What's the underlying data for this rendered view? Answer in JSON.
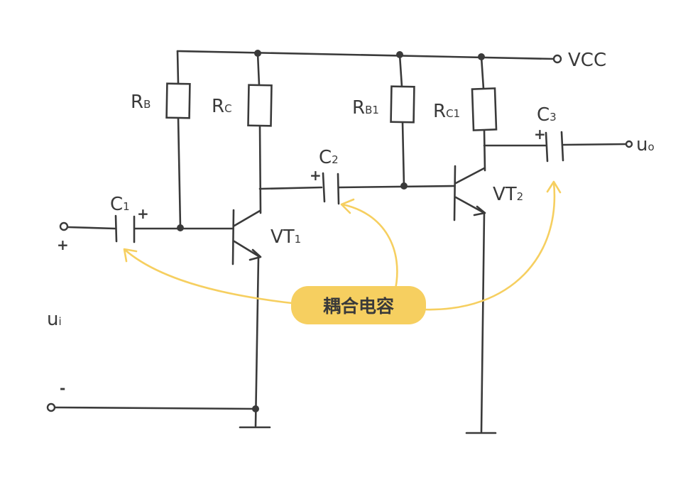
{
  "circuit": {
    "supply": "VCC",
    "output": "u",
    "output_sub": "o",
    "input": "u",
    "input_sub": "i",
    "input_plus": "+",
    "input_minus": "-",
    "components": {
      "rb": {
        "main": "R",
        "sub": "B"
      },
      "rc": {
        "main": "R",
        "sub": "C"
      },
      "rb1": {
        "main": "R",
        "sub": "B1"
      },
      "rc1": {
        "main": "R",
        "sub": "C1"
      },
      "c1": {
        "main": "C",
        "sub": "1"
      },
      "c2": {
        "main": "C",
        "sub": "2"
      },
      "c3": {
        "main": "C",
        "sub": "3"
      },
      "vt1": {
        "main": "VT",
        "sub": "1"
      },
      "vt2": {
        "main": "VT",
        "sub": "2"
      }
    },
    "polarity_mark": "+"
  },
  "callout": {
    "text": "耦合电容",
    "color": "#f6cf60"
  },
  "colors": {
    "ink": "#3a3a3a",
    "highlight": "#f6cf60"
  }
}
